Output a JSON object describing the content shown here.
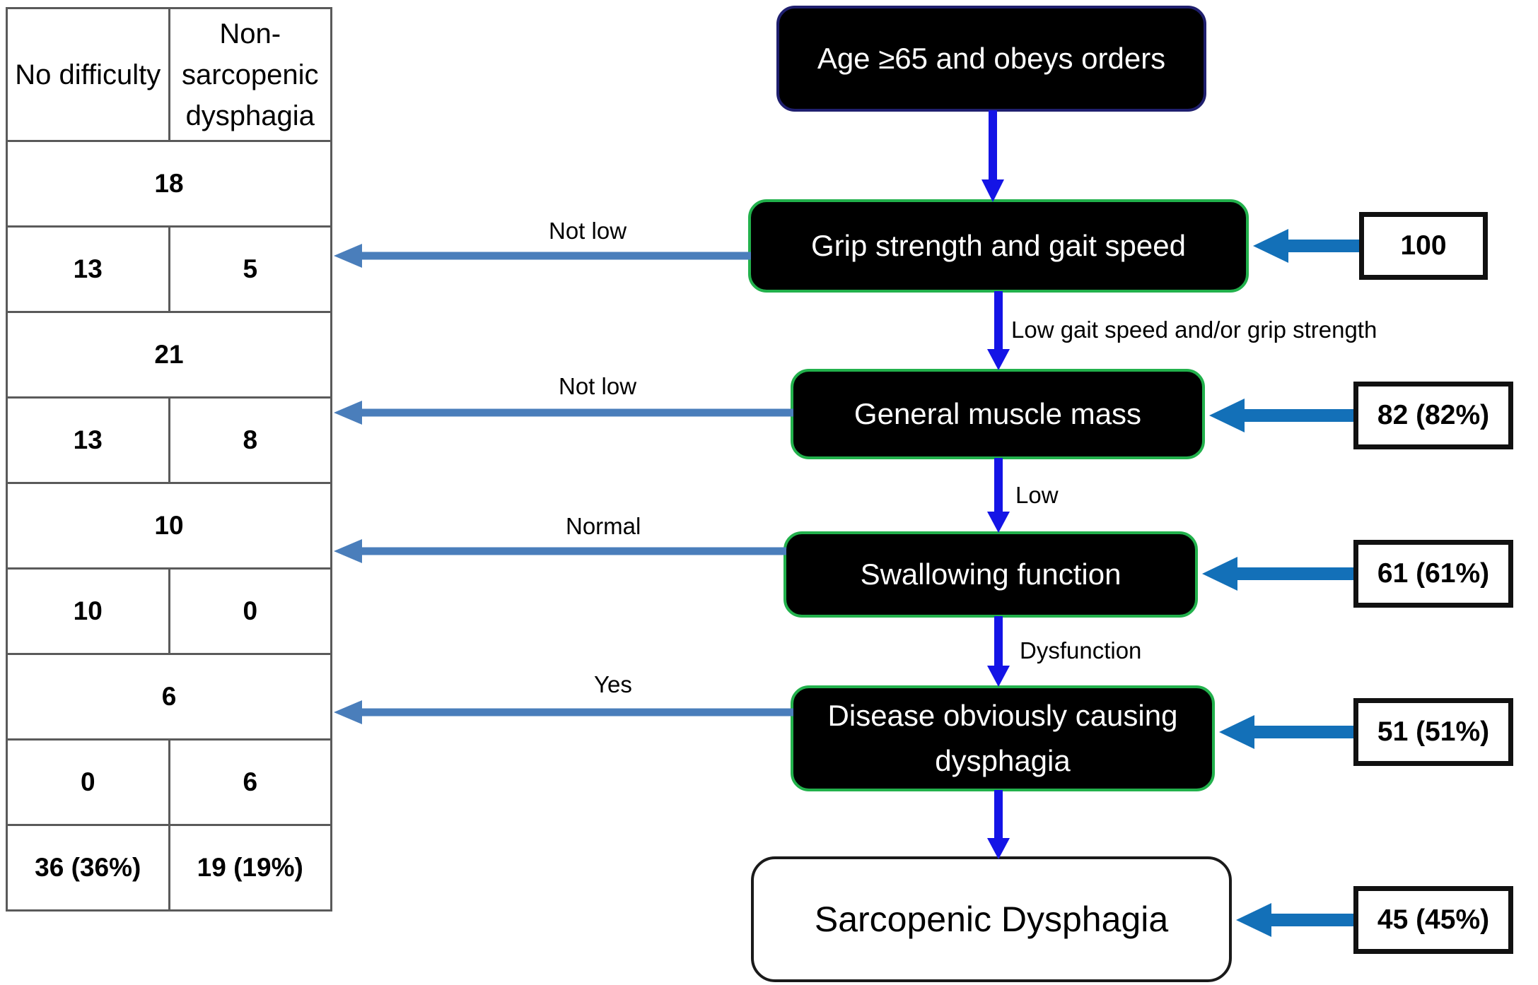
{
  "table": {
    "columns": [
      "No difficulty",
      "Non-sarcopenic dysphagia"
    ],
    "rows": [
      {
        "type": "merged",
        "value": "18"
      },
      {
        "type": "pair",
        "left": "13",
        "right": "5"
      },
      {
        "type": "merged",
        "value": "21"
      },
      {
        "type": "pair",
        "left": "13",
        "right": "8"
      },
      {
        "type": "merged",
        "value": "10"
      },
      {
        "type": "pair",
        "left": "10",
        "right": "0"
      },
      {
        "type": "merged",
        "value": "6"
      },
      {
        "type": "pair",
        "left": "0",
        "right": "6"
      },
      {
        "type": "total",
        "left": "36 (36%)",
        "right": "19 (19%)"
      }
    ]
  },
  "flow": {
    "nodes": [
      {
        "id": "age",
        "label": "Age ≥65 and obeys orders",
        "style": "navy"
      },
      {
        "id": "grip",
        "label": "Grip strength and gait speed",
        "style": "green"
      },
      {
        "id": "muscle",
        "label": "General muscle mass",
        "style": "green"
      },
      {
        "id": "swallow",
        "label": "Swallowing function",
        "style": "green"
      },
      {
        "id": "disease",
        "label": "Disease obviously causing dysphagia",
        "style": "green"
      },
      {
        "id": "sarcopenic",
        "label": "Sarcopenic Dysphagia",
        "style": "white"
      }
    ],
    "down_labels": [
      {
        "id": "low-gait",
        "text": "Low gait speed and/or grip strength"
      },
      {
        "id": "low",
        "text": "Low"
      },
      {
        "id": "dysfunc",
        "text": "Dysfunction"
      }
    ],
    "exit_labels": [
      {
        "id": "grip-exit",
        "text": "Not low"
      },
      {
        "id": "muscle-exit",
        "text": "Not low"
      },
      {
        "id": "swallow-exit",
        "text": "Normal"
      },
      {
        "id": "disease-exit",
        "text": "Yes"
      }
    ],
    "counts": [
      {
        "id": "count-grip",
        "value": "100"
      },
      {
        "id": "count-muscle",
        "value": "82 (82%)"
      },
      {
        "id": "count-swallow",
        "value": "61 (61%)"
      },
      {
        "id": "count-disease",
        "value": "51 (51%)"
      },
      {
        "id": "count-sarcopenic",
        "value": "45 (45%)"
      }
    ]
  },
  "colors": {
    "node_fill": "#000000",
    "node_border_green": "#22b14c",
    "node_border_navy": "#1f1f6e",
    "node_text": "#ffffff",
    "down_arrow": "#1414e6",
    "exit_arrow": "#4a7ebb",
    "count_arrow": "#1370b8",
    "table_border": "#5a5a5a",
    "count_border": "#111111"
  }
}
